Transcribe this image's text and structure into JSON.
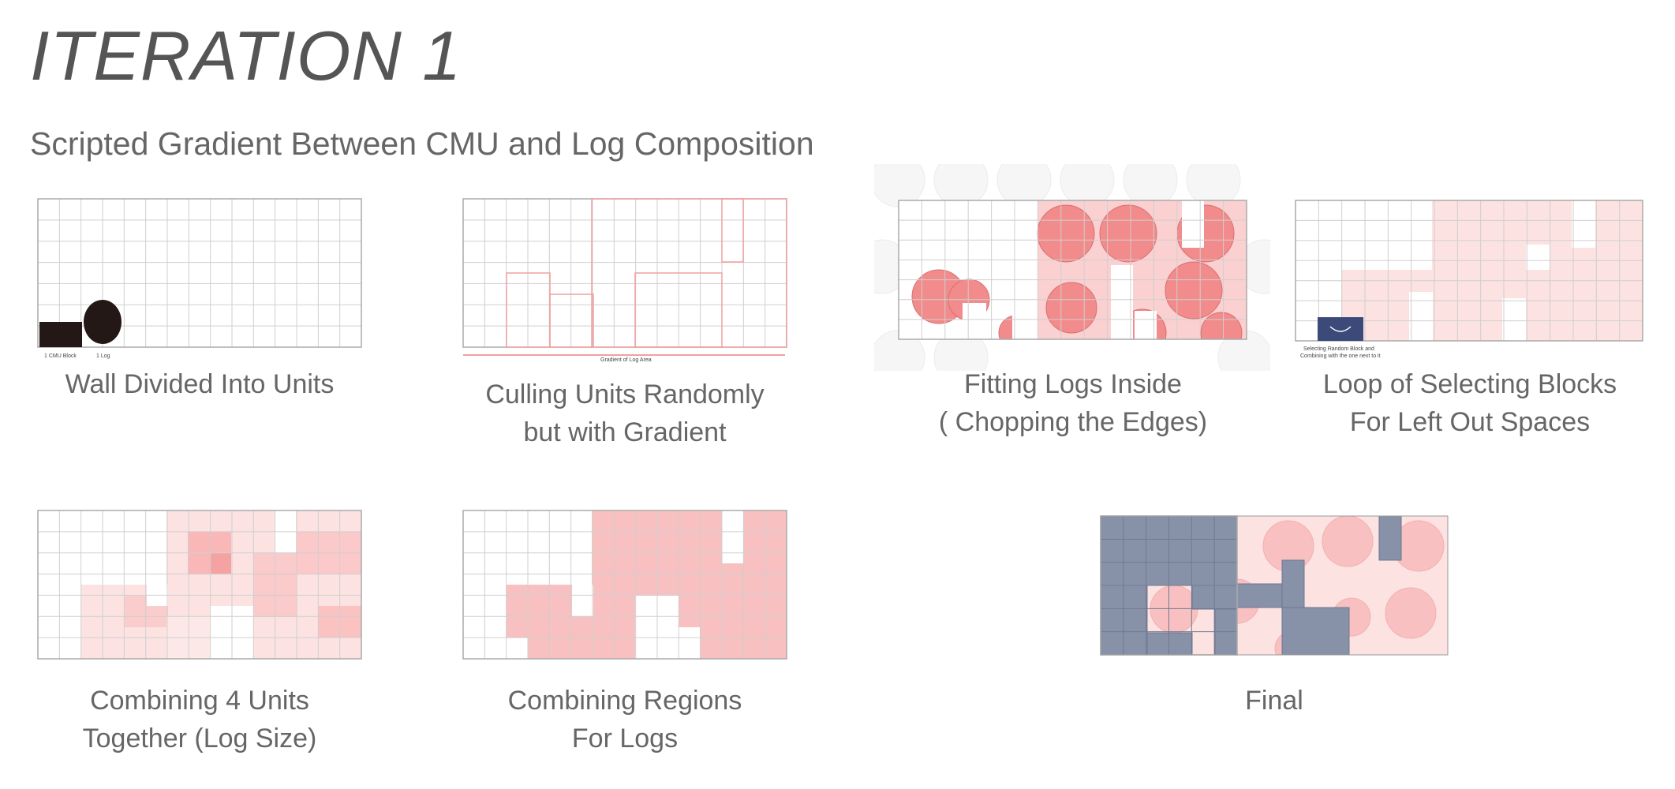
{
  "header": {
    "title": "ITERATION 1",
    "subtitle": "Scripted Gradient Between CMU and Log Composition"
  },
  "colors": {
    "grid_line": "#cfcfcf",
    "log_red": "#f28b8b",
    "log_red_light": "#f8c0c0",
    "pale_red": "#fde2e2",
    "cmu_dark": "#231815",
    "cmu_blue": "#8791a8",
    "caption_text": "#666666"
  },
  "steps": [
    {
      "id": "wall",
      "caption": [
        "Wall Divided Into Units"
      ],
      "labels": {
        "cmu": "1 CMU Block",
        "log": "1 Log"
      }
    },
    {
      "id": "culling",
      "caption": [
        "Culling Units Randomly",
        "but with Gradient"
      ],
      "labels": {
        "gradient": "Gradient of Log Area"
      }
    },
    {
      "id": "fitting",
      "caption": [
        "Fitting Logs Inside",
        "( Chopping the Edges)"
      ]
    },
    {
      "id": "loop",
      "caption": [
        "Loop of Selecting Blocks",
        "For Left Out Spaces"
      ],
      "labels": {
        "note_1": "Selecting Random Block and",
        "note_2": "Combining with the one next to it"
      }
    },
    {
      "id": "combining4",
      "caption": [
        "Combining 4 Units",
        "Together (Log Size)"
      ]
    },
    {
      "id": "regions",
      "caption": [
        "Combining Regions",
        "For Logs"
      ]
    },
    {
      "id": "final",
      "caption": [
        "Final"
      ]
    }
  ]
}
